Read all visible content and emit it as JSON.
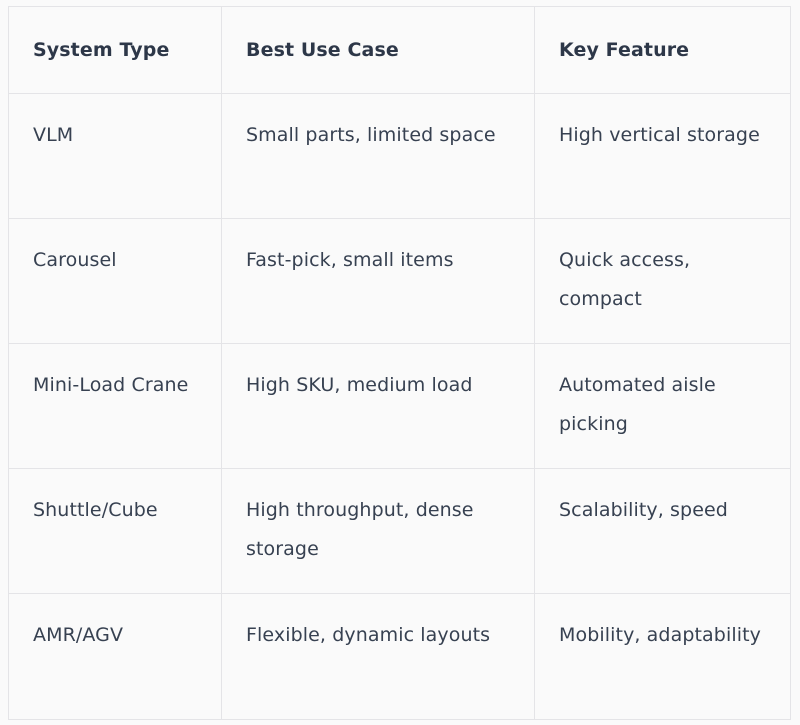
{
  "table": {
    "headers": [
      "System Type",
      "Best Use Case",
      "Key Feature"
    ],
    "rows": [
      [
        "VLM",
        "Small parts, limited space",
        "High vertical storage"
      ],
      [
        "Carousel",
        "Fast-pick, small items",
        "Quick access, compact"
      ],
      [
        "Mini-Load Crane",
        "High SKU, medium load",
        "Automated aisle picking"
      ],
      [
        "Shuttle/Cube",
        "High throughput, dense storage",
        "Scalability, speed"
      ],
      [
        "AMR/AGV",
        "Flexible, dynamic layouts",
        "Mobility, adaptability"
      ]
    ]
  },
  "colors": {
    "background": "#fafafa",
    "text": "#334155",
    "border": "#e4e4e7"
  }
}
